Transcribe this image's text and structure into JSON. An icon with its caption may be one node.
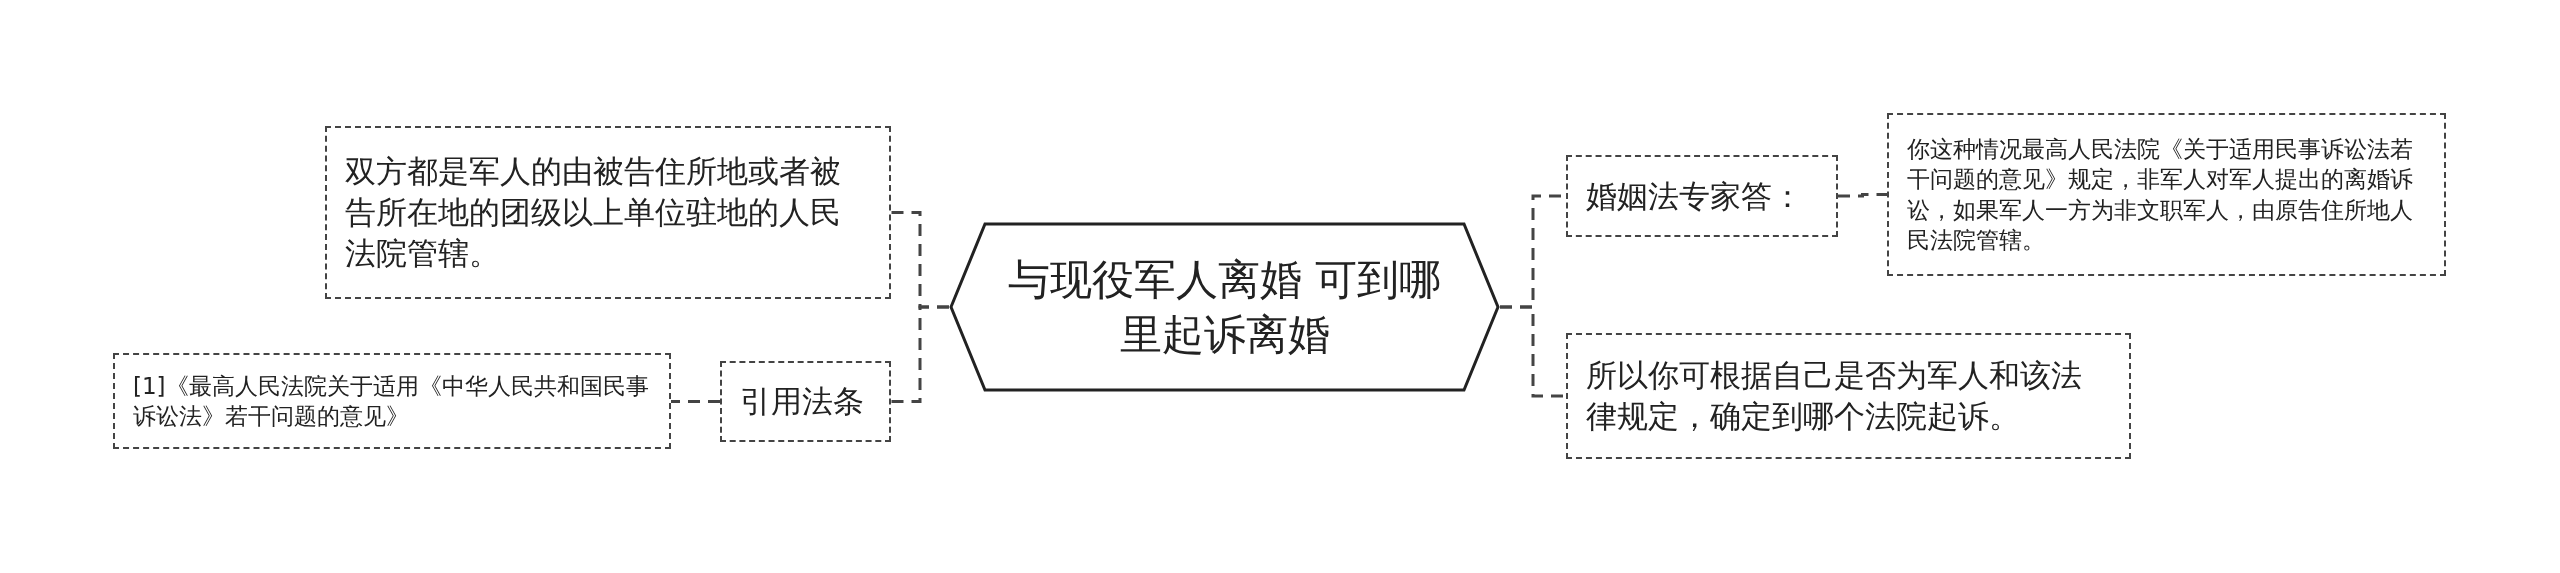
{
  "diagram": {
    "nodes": [
      {
        "text": [
          "与现役军人离婚 可到哪里起诉离婚"
        ]
      },
      {
        "text": [
          "双方都是军人的由被告住所地或者被告所在地的团级以上单位驻地的人民法院管辖。"
        ]
      },
      {
        "text": [
          "引用法条"
        ]
      },
      {
        "text": [
          "[1]《最高人民法院关于适用《中华人民共和国民事诉讼法》若干问题的意见》"
        ]
      },
      {
        "text": [
          "婚姻法专家答："
        ]
      },
      {
        "text": [
          "你这种情况最高人民法院《关于适用民事诉讼法若干问题的意见》规定，非军人对军人提出的离婚诉讼，如果军人一方为非文职军人，由原告住所地人民法院管辖。"
        ]
      },
      {
        "text": [
          "所以你可根据自己是否为军人和该法律规定，确定到哪个法院起诉。"
        ]
      }
    ],
    "edges": [
      {
        "from": 0,
        "to": 1,
        "arrow": "none"
      },
      {
        "from": 0,
        "to": 2,
        "arrow": "none"
      },
      {
        "from": 2,
        "to": 3,
        "arrow": "none"
      },
      {
        "from": 0,
        "to": 4,
        "arrow": "none"
      },
      {
        "from": 4,
        "to": 5,
        "arrow": "none"
      },
      {
        "from": 0,
        "to": 6,
        "arrow": "none"
      }
    ]
  }
}
